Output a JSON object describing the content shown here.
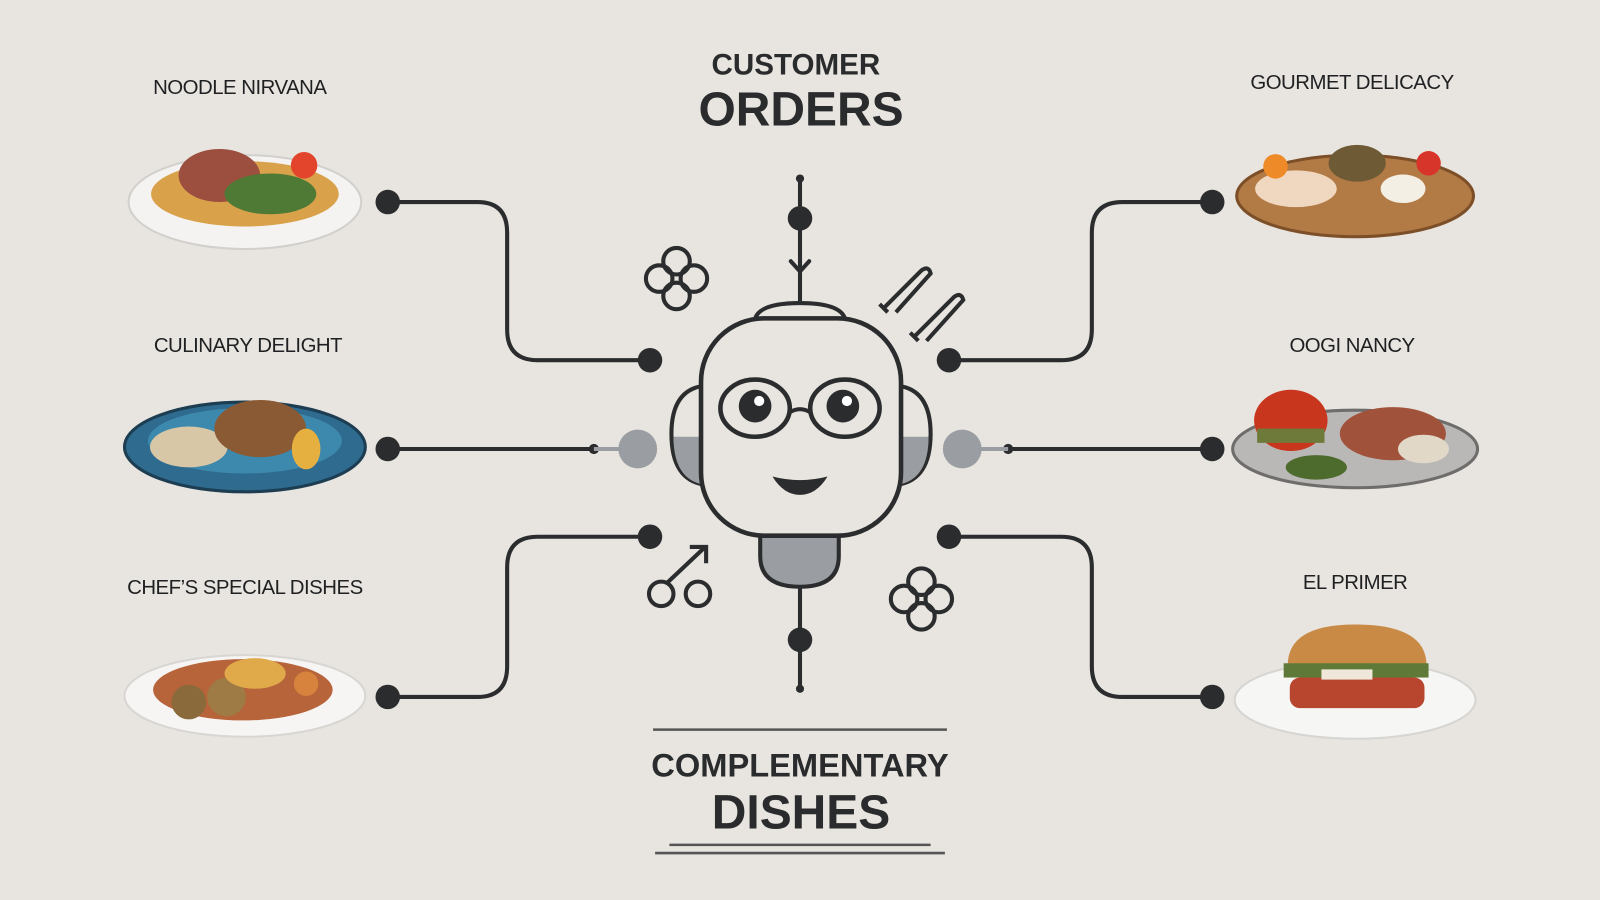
{
  "header": {
    "line1": "CUSTOMER",
    "line2": "ORDERS"
  },
  "footer": {
    "line1": "COMPLEMENTARY",
    "line2": "DISHES"
  },
  "left_dishes": [
    {
      "label": "NOODLE NIRVANA"
    },
    {
      "label": "CULINARY DELIGHT"
    },
    {
      "label": "CHEF’S SPECIAL DISHES"
    }
  ],
  "right_dishes": [
    {
      "label": "GOURMET DELICACY"
    },
    {
      "label": "OOGI NANCY"
    },
    {
      "label": "EL PRIMER"
    }
  ],
  "colors": {
    "background": "#e8e5e0",
    "line": "#2b2c2e",
    "accent_gray": "#9a9da1"
  }
}
